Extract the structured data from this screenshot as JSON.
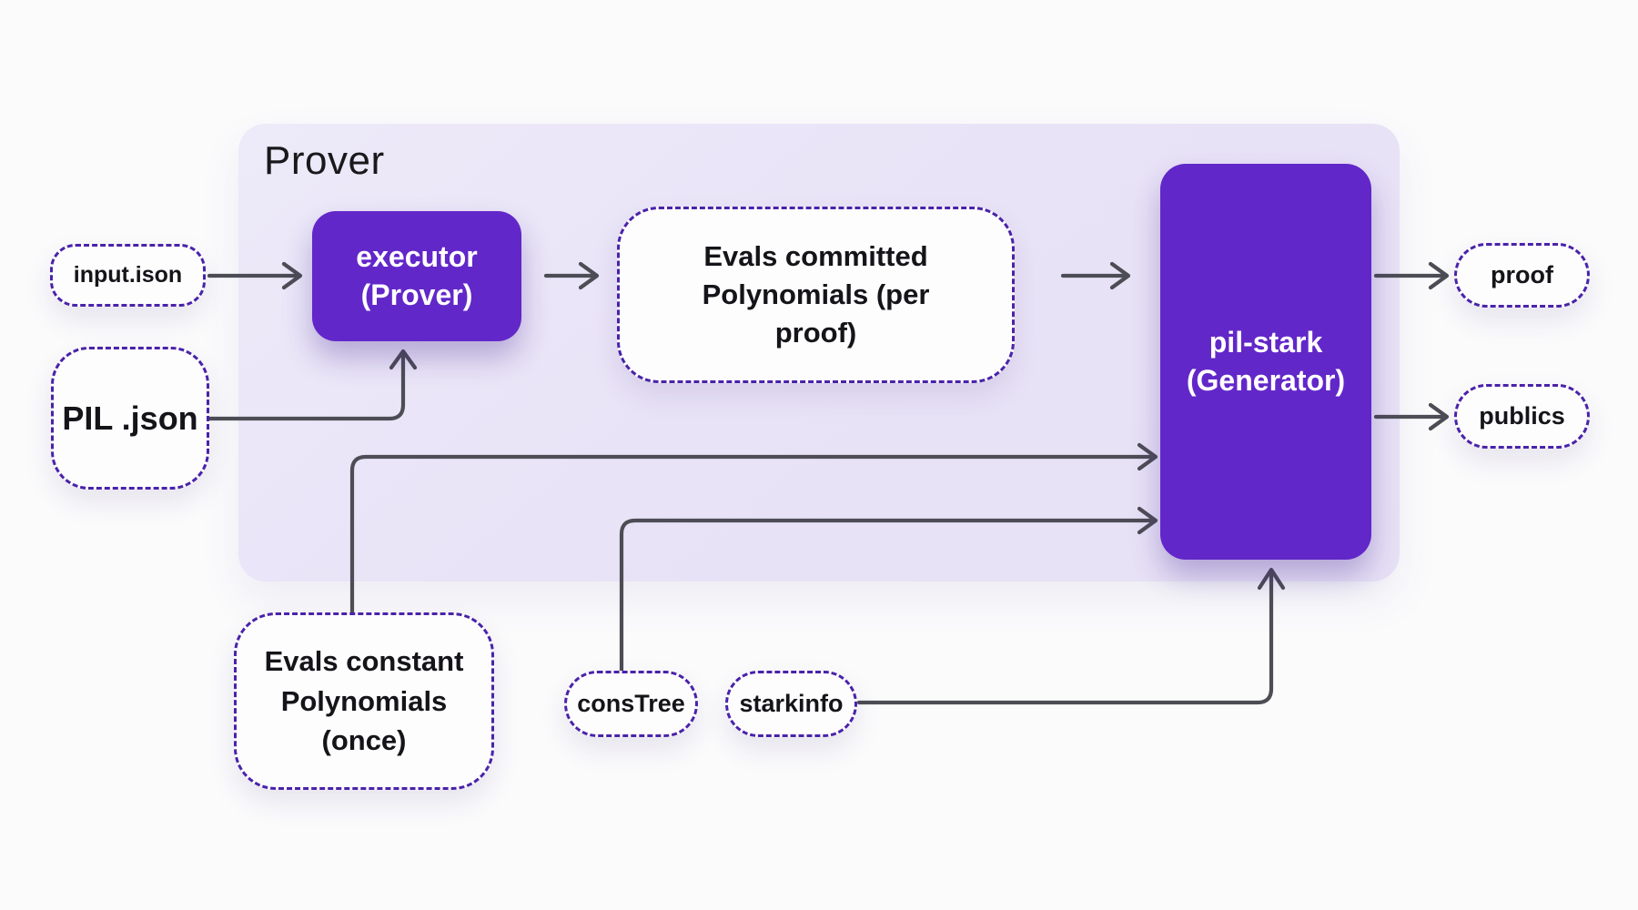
{
  "diagram": {
    "container_label": "Prover",
    "nodes": {
      "input_json": {
        "label": "input.ison"
      },
      "pil_json": {
        "label": "PIL .json"
      },
      "executor": {
        "line1": "executor",
        "line2": "(Prover)"
      },
      "evals_committed": {
        "label": "Evals committed Polynomials (per proof)"
      },
      "pil_stark": {
        "line1": "pil-stark",
        "line2": "(Generator)"
      },
      "proof": {
        "label": "proof"
      },
      "publics": {
        "label": "publics"
      },
      "evals_constant": {
        "label": "Evals constant Polynomials (once)"
      },
      "cons_tree": {
        "label": "consTree"
      },
      "stark_info": {
        "label": "starkinfo"
      }
    },
    "edges": [
      {
        "from": "input_json",
        "to": "executor"
      },
      {
        "from": "pil_json",
        "to": "executor"
      },
      {
        "from": "executor",
        "to": "evals_committed"
      },
      {
        "from": "evals_committed",
        "to": "pil_stark"
      },
      {
        "from": "evals_constant",
        "to": "pil_stark"
      },
      {
        "from": "cons_tree",
        "to": "pil_stark"
      },
      {
        "from": "stark_info",
        "to": "pil_stark"
      },
      {
        "from": "pil_stark",
        "to": "proof"
      },
      {
        "from": "pil_stark",
        "to": "publics"
      }
    ],
    "colors": {
      "purple": "#6227c9",
      "dash": "#4a22a9",
      "panel": "#e9e3f7",
      "wire": "#4d4d55",
      "ink": "#141419",
      "page": "#fbfbfc"
    }
  }
}
